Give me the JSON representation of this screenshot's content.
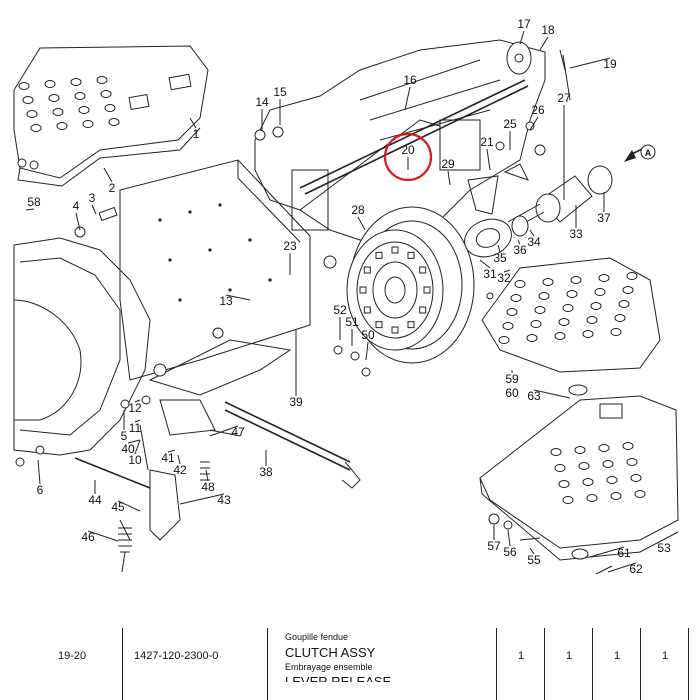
{
  "diagram": {
    "callouts": [
      "1",
      "2",
      "3",
      "4",
      "5",
      "6",
      "10",
      "11",
      "12",
      "13",
      "14",
      "15",
      "16",
      "17",
      "18",
      "19",
      "20",
      "21",
      "23",
      "25",
      "26",
      "27",
      "28",
      "29",
      "31",
      "32",
      "33",
      "34",
      "35",
      "36",
      "37",
      "38",
      "39",
      "40",
      "41",
      "42",
      "43",
      "44",
      "45",
      "46",
      "47",
      "48",
      "50",
      "51",
      "52",
      "53",
      "55",
      "56",
      "57",
      "58",
      "59",
      "60",
      "61",
      "62",
      "63"
    ],
    "reference_marker": "A",
    "highlighted_callout": "20"
  },
  "table": {
    "row_top_partial": "",
    "row": {
      "ref": "19-20",
      "part_number": "1427-120-2300-0",
      "description_prev": "Goupille fendue",
      "description": "CLUTCH ASSY",
      "description_fr": "Embrayage ensemble",
      "description_next": "LEVER RELEASE",
      "qty": [
        "1",
        "1",
        "1",
        "1"
      ]
    }
  }
}
